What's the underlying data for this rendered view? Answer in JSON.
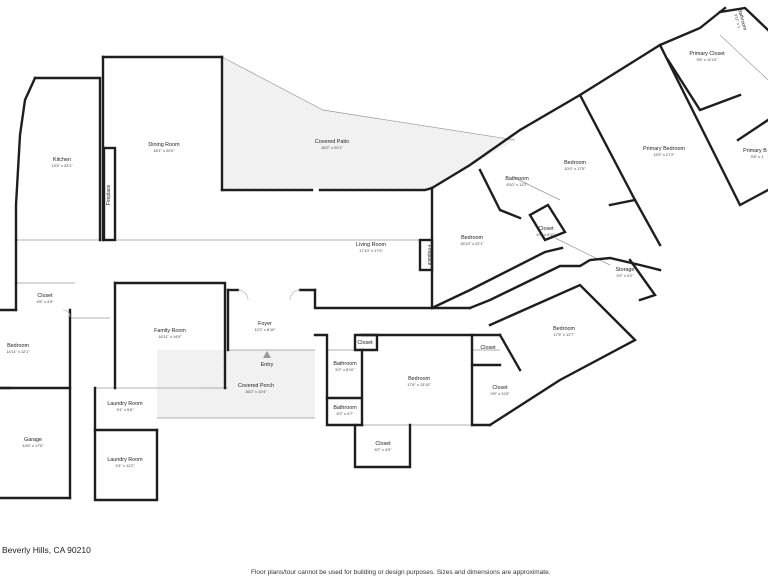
{
  "plan": {
    "rooms": {
      "kitchen": {
        "name": "Kitchen",
        "dim": "13'3\" x 25'1\""
      },
      "dining_room": {
        "name": "Dining Room",
        "dim": "18'1\" x 20'0\""
      },
      "covered_patio": {
        "name": "Covered Patio",
        "dim": "45'2\" x 20'1\""
      },
      "living_room": {
        "name": "Living Room",
        "dim": "17'10\" x 17'0\""
      },
      "family_room": {
        "name": "Family Room",
        "dim": "16'11\" x 14'9\""
      },
      "foyer": {
        "name": "Foyer",
        "dim": "12'2\" x 8'10\""
      },
      "entry": {
        "name": "Entry"
      },
      "covered_porch": {
        "name": "Covered Porch",
        "dim": "36'2\" x 10'4\""
      },
      "closet_west": {
        "name": "Closet",
        "dim": "4'6\" x 4'9\""
      },
      "bedroom_west": {
        "name": "Bedroom",
        "dim": "14'11\" x 12'1\""
      },
      "garage": {
        "name": "Garage",
        "dim": "14'6\" x 17'0\""
      },
      "laundry_1": {
        "name": "Laundry Room",
        "dim": "9'1\" x 5'6\""
      },
      "laundry_2": {
        "name": "Laundry Room",
        "dim": "9'1\" x 11'2\""
      },
      "bathroom_a": {
        "name": "Bathroom",
        "dim": "5'2\" x 8'10\""
      },
      "bathroom_b": {
        "name": "Bathroom",
        "dim": "5'2\" x 4'7\""
      },
      "closet_hall": {
        "name": "Closet"
      },
      "bedroom_center": {
        "name": "Bedroom",
        "dim": "17'6\" x 13'10\""
      },
      "closet_south": {
        "name": "Closet",
        "dim": "8'2\" x 4'9\""
      },
      "closet_east_a": {
        "name": "Closet"
      },
      "closet_east_b": {
        "name": "Closet",
        "dim": "9'5\" x 11'5\""
      },
      "bedroom_southeast": {
        "name": "Bedroom",
        "dim": "17'5\" x 12'7\""
      },
      "storage": {
        "name": "Storage",
        "dim": "9'2\" x 4'2\""
      },
      "bedroom_northeast": {
        "name": "Bedroom",
        "dim": "15'10\" x 22'1\""
      },
      "bathroom_ne": {
        "name": "Bathroom",
        "dim": "8'10\" x 11'2\""
      },
      "closet_ne": {
        "name": "Closet",
        "dim": "6'9\" x 5'11\""
      },
      "bedroom_upper": {
        "name": "Bedroom",
        "dim": "10'0\" x 17'5\""
      },
      "primary_bedroom": {
        "name": "Primary Bedroom",
        "dim": "19'2\" x 27'2\""
      },
      "primary_closet": {
        "name": "Primary Closet",
        "dim": "9'8\" x 11'10\""
      },
      "primary_bath": {
        "name": "Primary B",
        "dim": "9'8\" x 1"
      },
      "bathroom_corner": {
        "name": "Bathroom",
        "dim": "3'11\" x 1"
      }
    },
    "fixtures": {
      "fireplace_dining": "Fireplace",
      "fireplace_living": "Fireplace"
    }
  },
  "footer": {
    "address": "Beverly Hills, CA 90210",
    "disclaimer": "Floor plans/tour cannot be used for building or design purposes. Sizes and dimensions are approximate."
  }
}
